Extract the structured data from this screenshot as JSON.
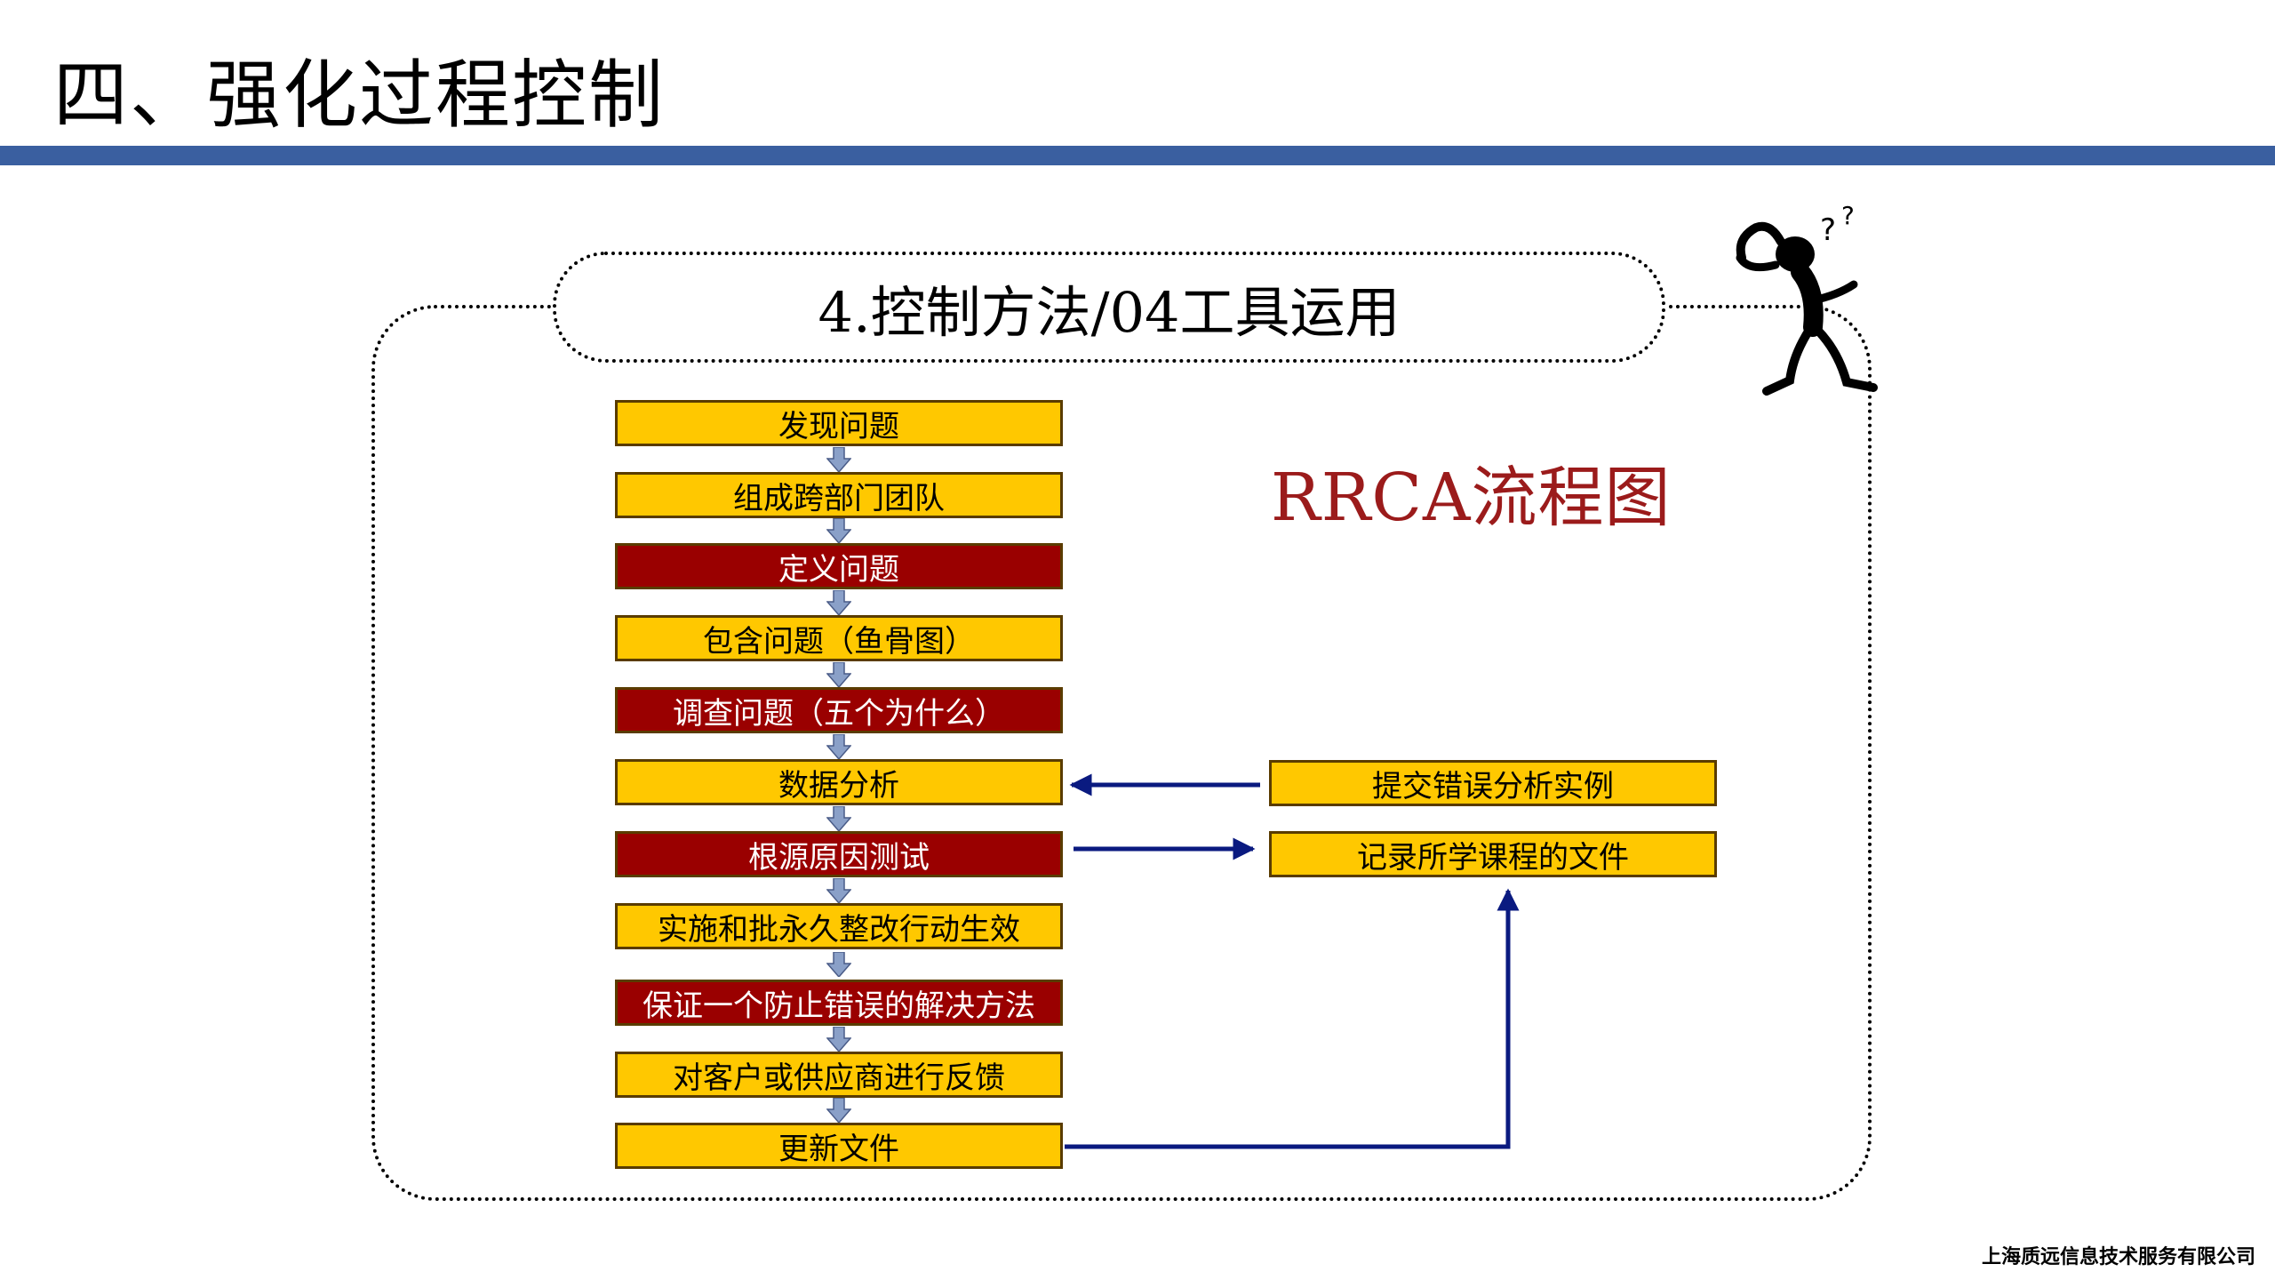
{
  "page": {
    "title": "四、强化过程控制",
    "section_title": "4.控制方法/04工具运用",
    "flow_label": "RRCA流程图",
    "footer": "上海质远信息技术服务有限公司"
  },
  "colors": {
    "title_bar": "#3a5fa0",
    "step_yellow": "#ffc800",
    "step_red": "#9a0000",
    "flow_label": "#9b1b1b",
    "connector": "#0a1a80"
  },
  "flow": {
    "steps": [
      {
        "label": "发现问题",
        "color": "yellow"
      },
      {
        "label": "组成跨部门团队",
        "color": "yellow"
      },
      {
        "label": "定义问题",
        "color": "red"
      },
      {
        "label": "包含问题（鱼骨图）",
        "color": "yellow"
      },
      {
        "label": "调查问题（五个为什么）",
        "color": "red"
      },
      {
        "label": "数据分析",
        "color": "yellow"
      },
      {
        "label": "根源原因测试",
        "color": "red"
      },
      {
        "label": "实施和批永久整改行动生效",
        "color": "yellow"
      },
      {
        "label": "保证一个防止错误的解决方法",
        "color": "red"
      },
      {
        "label": "对客户或供应商进行反馈",
        "color": "yellow"
      },
      {
        "label": "更新文件",
        "color": "yellow"
      }
    ],
    "side_boxes": [
      {
        "label": "提交错误分析实例"
      },
      {
        "label": "记录所学课程的文件"
      }
    ]
  },
  "icons": {
    "figure": "thinking-figure-icon"
  }
}
